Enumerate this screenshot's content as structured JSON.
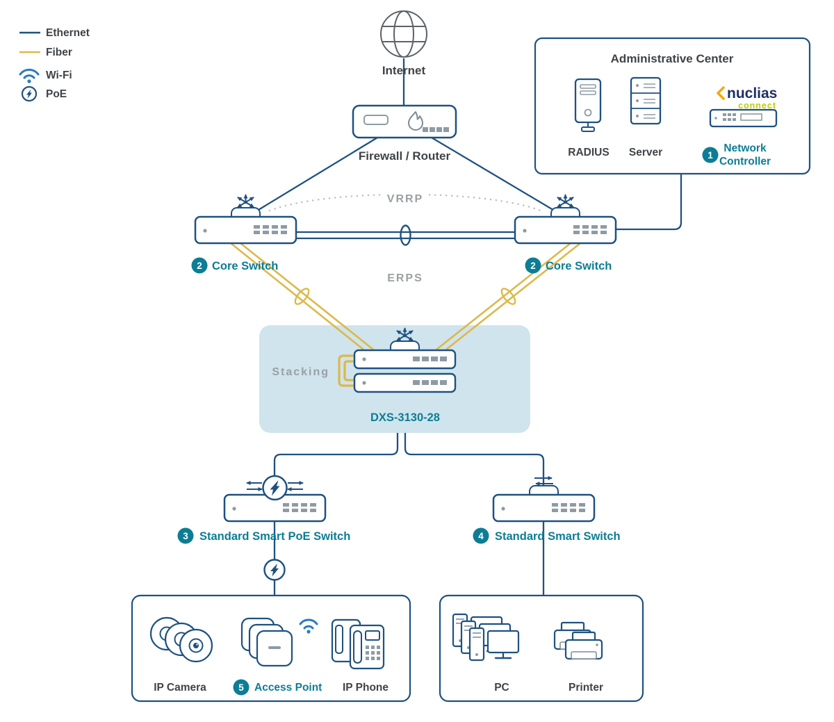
{
  "legend": {
    "items": {
      "ethernet": "Ethernet",
      "fiber": "Fiber",
      "wifi": "Wi-Fi",
      "poe": "PoE"
    }
  },
  "nodes": {
    "internet": {
      "label": "Internet"
    },
    "firewall": {
      "label": "Firewall / Router"
    },
    "admin_center": {
      "title": "Administrative Center",
      "radius_label": "RADIUS",
      "server_label": "Server",
      "logo": {
        "brand": "nuclias",
        "sub": "connect"
      },
      "controller": {
        "badge": "1",
        "label_line1": "Network",
        "label_line2": "Controller"
      }
    },
    "core_switch_left": {
      "badge": "2",
      "label": "Core Switch"
    },
    "core_switch_right": {
      "badge": "2",
      "label": "Core Switch"
    },
    "stack": {
      "stacking_label": "Stacking",
      "model": "DXS-3130-28"
    },
    "poe_switch": {
      "badge": "3",
      "label": "Standard Smart PoE Switch"
    },
    "smart_switch": {
      "badge": "4",
      "label": "Standard Smart Switch"
    },
    "clients_left": {
      "camera_label": "IP Camera",
      "access_point": {
        "badge": "5",
        "label": "Access Point"
      },
      "phone_label": "IP Phone"
    },
    "clients_right": {
      "pc_label": "PC",
      "printer_label": "Printer"
    }
  },
  "links": {
    "vrrp_label": "VRRP",
    "erps_label": "ERPS"
  },
  "colors": {
    "ethernet": "#1e5180",
    "fiber": "#ddb84a",
    "teal_accent": "#0c7d95",
    "wifi_blue": "#2b7bbf",
    "grey_label": "#9aa0a3",
    "dark_text": "#3f4347",
    "stack_panel": "#cfe4ec",
    "nuclias_navy": "#1e2f63",
    "nuclias_orange": "#f7a800",
    "nuclias_green": "#becd00"
  }
}
